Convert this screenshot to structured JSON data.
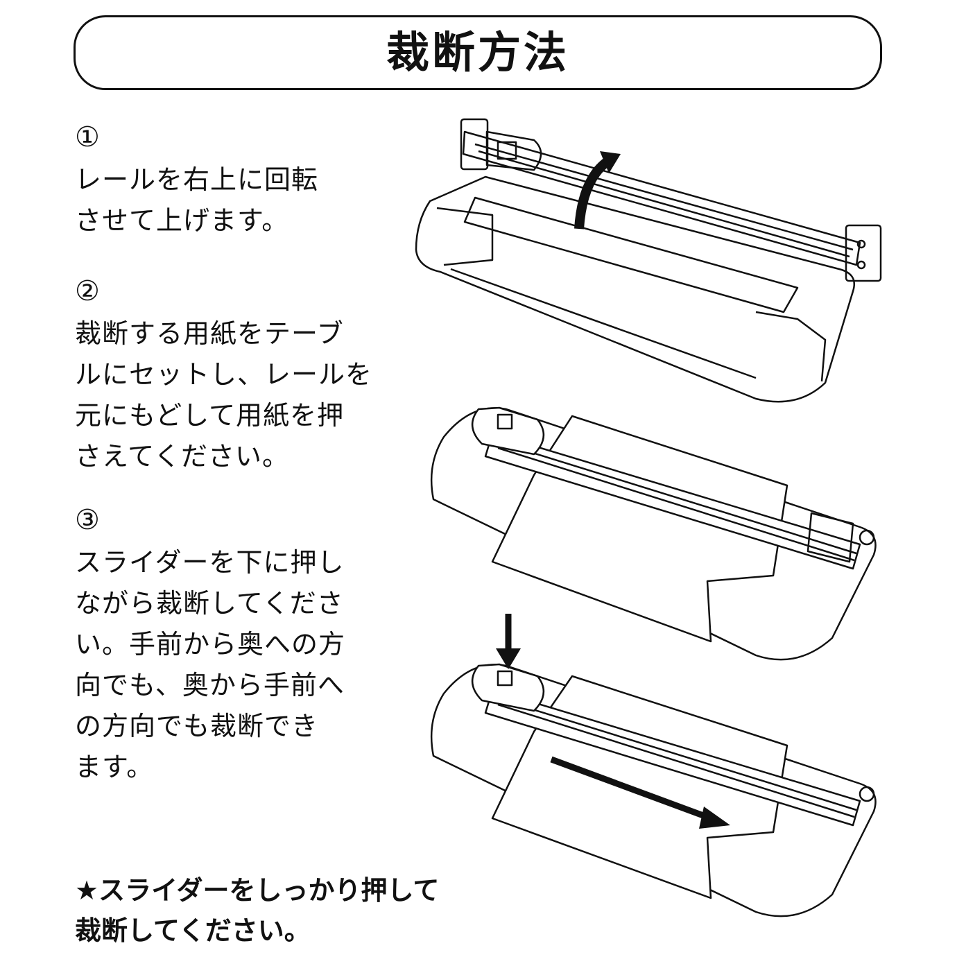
{
  "title": "裁断方法",
  "steps": [
    {
      "number": "①",
      "text": "レールを右上に回転\nさせて上げます。"
    },
    {
      "number": "②",
      "text": "裁断する用紙をテーブ\nルにセットし、レールを\n元にもどして用紙を押\nさえてください。"
    },
    {
      "number": "③",
      "text": "スライダーを下に押し\nながら裁断してくださ\nい。手前から奥への方\n向でも、奥から手前へ\nの方向でも裁断でき\nます。"
    }
  ],
  "note": "★スライダーをしっかり押して\n裁断してください。",
  "illustrations": [
    {
      "name": "trimmer-rail-raised",
      "arrow": "curved-up"
    },
    {
      "name": "trimmer-paper-set",
      "arrow": "none"
    },
    {
      "name": "trimmer-cutting",
      "arrow": "down-and-right"
    }
  ],
  "colors": {
    "line": "#111111",
    "background": "#ffffff"
  }
}
